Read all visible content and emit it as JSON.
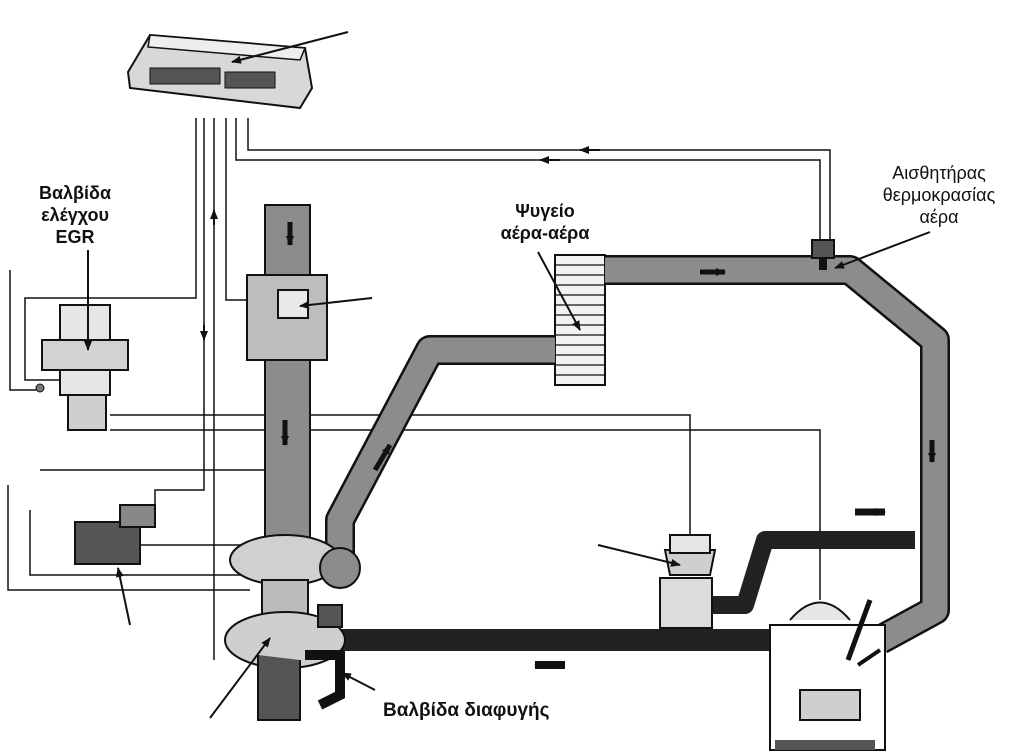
{
  "labels": {
    "egr_valve": [
      "Βαλβίδα",
      "ελέγχου",
      "EGR"
    ],
    "intercooler": [
      "Ψυγείο",
      "αέρα-αέρα"
    ],
    "air_temp_sensor": [
      "Αισθητήρας",
      "θερμοκρασίας",
      "αέρα"
    ],
    "wastegate": "Βαλβίδα διαφυγής"
  },
  "colors": {
    "ink": "#111111",
    "pipe_fill": "#8c8c8c",
    "pipe_dark": "#3a3a3a",
    "paper": "#ffffff"
  }
}
